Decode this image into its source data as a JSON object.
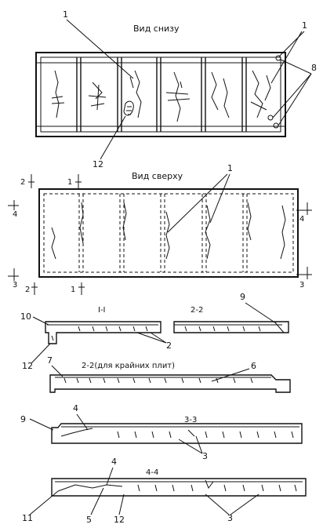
{
  "titles": {
    "bottom_view": "Вид снизу",
    "top_view": "Вид сверху",
    "sec_1_1": "I-I",
    "sec_2_2": "2-2",
    "sec_2_2_edge": "2-2(для крайних плит)",
    "sec_3_3": "3-3",
    "sec_4_4": "4-4"
  },
  "section_marks": {
    "m1": "1",
    "m2": "2",
    "m3": "3",
    "m4": "4"
  },
  "callouts": {
    "c1": "1",
    "c2": "2",
    "c3": "3",
    "c4": "4",
    "c5": "5",
    "c6": "6",
    "c7": "7",
    "c8": "8",
    "c9": "9",
    "c10": "10",
    "c11": "11",
    "c12": "12"
  }
}
